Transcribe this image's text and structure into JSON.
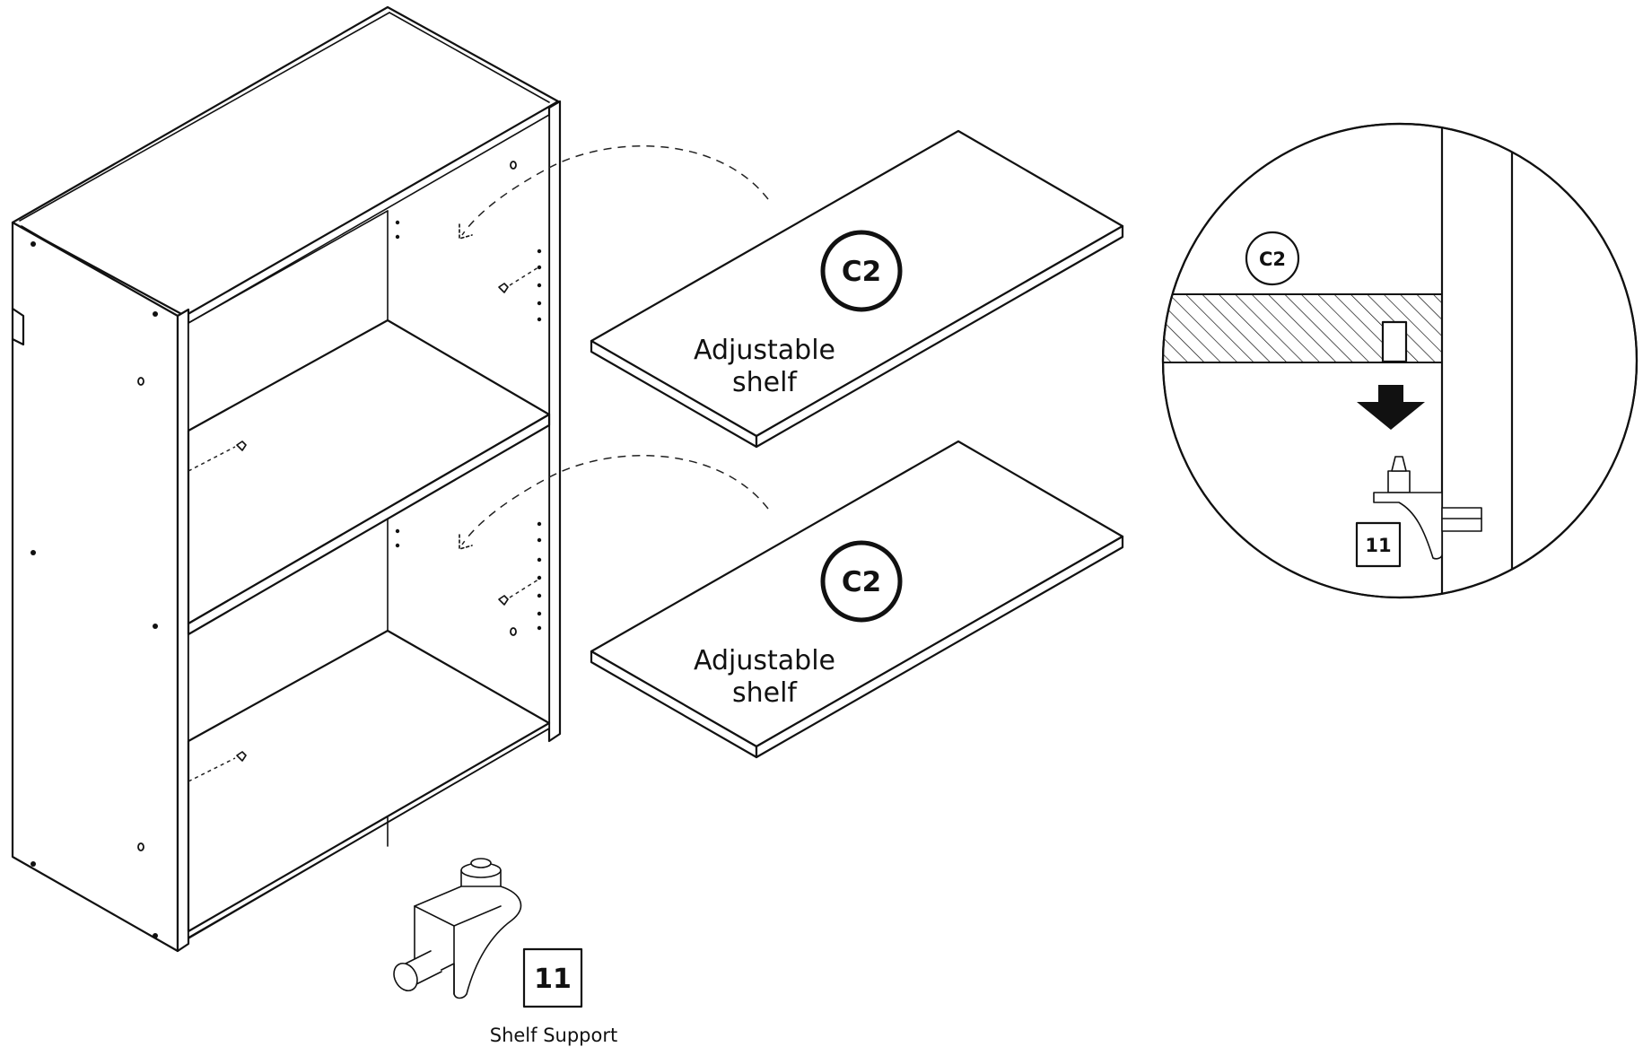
{
  "shelf_top": {
    "badge": "C2",
    "label_line1": "Adjustable",
    "label_line2": "shelf"
  },
  "shelf_bottom": {
    "badge": "C2",
    "label_line1": "Adjustable",
    "label_line2": "shelf"
  },
  "detail": {
    "badge": "C2",
    "part_number": "11"
  },
  "hardware": {
    "part_number": "11",
    "caption": "Shelf Support"
  },
  "icons": [
    "bookcase-icon",
    "shelf-support-pin-icon",
    "down-arrow-icon"
  ],
  "colors": {
    "ink": "#111111",
    "background": "#ffffff"
  }
}
